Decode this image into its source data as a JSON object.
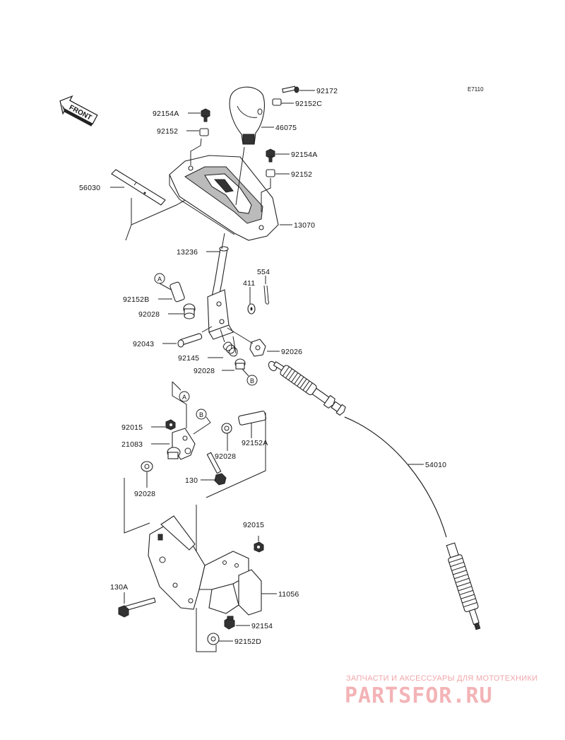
{
  "diagram": {
    "code": "E7110",
    "front_label": "FRONT",
    "ref_a": "A",
    "ref_b": "B",
    "parts": {
      "p92172": "92172",
      "p92152C": "92152C",
      "p92154A_1": "92154A",
      "p92152_1": "92152",
      "p46075": "46075",
      "p92154A_2": "92154A",
      "p92152_2": "92152",
      "p56030": "56030",
      "p13070": "13070",
      "p13236": "13236",
      "p554": "554",
      "p411": "411",
      "p92152B": "92152B",
      "p92028_1": "92028",
      "p92043": "92043",
      "p92026": "92026",
      "p92145": "92145",
      "p92028_2": "92028",
      "p92015_1": "92015",
      "p21083": "21083",
      "p92028_3": "92028",
      "p92152A": "92152A",
      "p130": "130",
      "p92028_4": "92028",
      "p54010": "54010",
      "p92015_2": "92015",
      "p130A": "130A",
      "p11056": "11056",
      "p92154": "92154",
      "p92152D": "92152D"
    }
  },
  "watermark": {
    "tagline": "ЗАПЧАСТИ И АКСЕССУАРЫ ДЛЯ МОТОТЕХНИКИ",
    "brand": "PARTSFOR.RU"
  },
  "colors": {
    "watermark": "#f3b3b6",
    "ink": "#222222"
  }
}
